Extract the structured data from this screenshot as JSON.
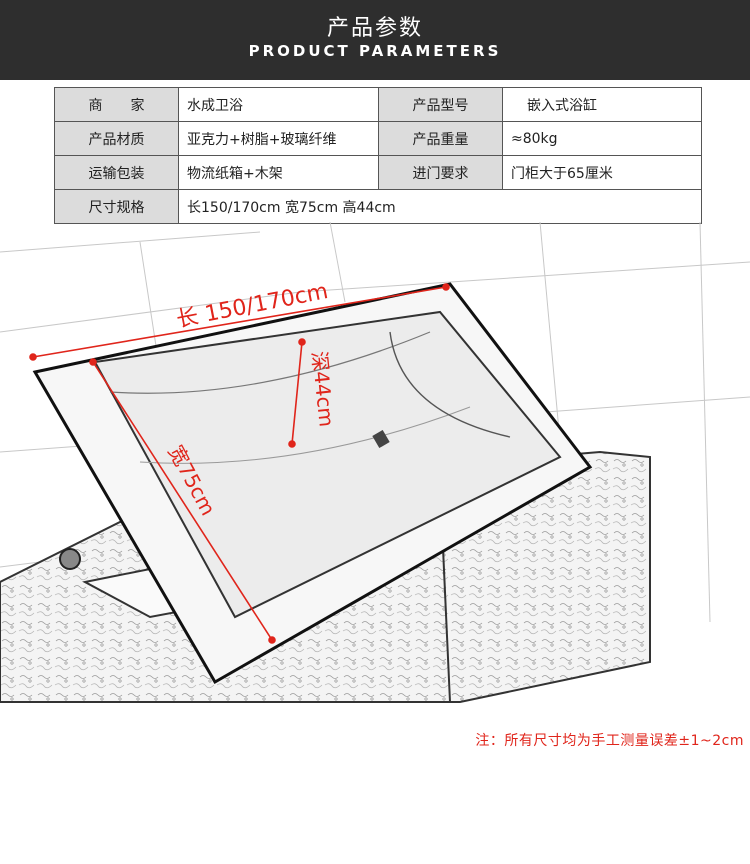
{
  "header": {
    "title_cn": "产品参数",
    "title_en": "PRODUCT PARAMETERS"
  },
  "params": {
    "rows": [
      {
        "k1": "商　　家",
        "v1": "水成卫浴",
        "k2": "产品型号",
        "v2": "嵌入式浴缸"
      },
      {
        "k1": "产品材质",
        "v1": "亚克力+树脂+玻璃纤维",
        "k2": "产品重量",
        "v2": "≈80kg"
      },
      {
        "k1": "运输包装",
        "v1": "物流纸箱+木架",
        "k2": "进门要求",
        "v2": "门柜大于65厘米"
      },
      {
        "k1": "尺寸规格",
        "v1": "长150/170cm 宽75cm 高44cm"
      }
    ]
  },
  "dimensions": {
    "length": "长 150/170cm",
    "depth": "深44cm",
    "width": "宽75cm"
  },
  "note": "注：所有尺寸均为手工测量误差±1~2cm",
  "colors": {
    "header_bg": "#2e2e2e",
    "dimension_red": "#e0251b",
    "key_cell_bg": "#dcdcdc"
  }
}
